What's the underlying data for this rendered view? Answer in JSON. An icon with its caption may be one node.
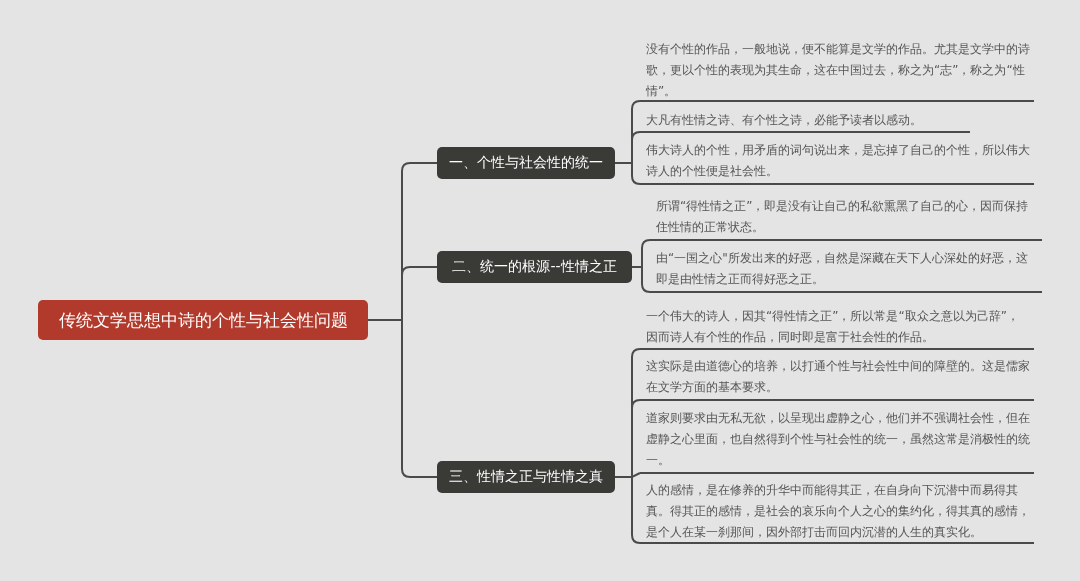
{
  "diagram": {
    "nodes": [
      {
        "text": [
          "传统文学思想中诗的个性与社会性问题"
        ]
      },
      {
        "text": [
          "一、个性与社会性的统一"
        ]
      },
      {
        "text": [
          "二、统一的根源--性情之正"
        ]
      },
      {
        "text": [
          "三、性情之正与性情之真"
        ]
      },
      {
        "text": [
          "没有个性的作品，一般地说，便不能算是文学的作品。尤其是文学中的诗歌，更以个性的表现为其生命，这在中国过去，称之为“志”，称之为“性情”。"
        ]
      },
      {
        "text": [
          "大凡有性情之诗、有个性之诗，必能予读者以感动。"
        ]
      },
      {
        "text": [
          "伟大诗人的个性，用矛盾的词句说出来，是忘掉了自己的个性，所以伟大诗人的个性便是社会性。"
        ]
      },
      {
        "text": [
          "所谓“得性情之正”，即是没有让自己的私欲熏黑了自己的心，因而保持住性情的正常状态。"
        ]
      },
      {
        "text": [
          "由“一国之心\"所发出来的好恶，自然是深藏在天下人心深处的好恶，这即是由性情之正而得好恶之正。"
        ]
      },
      {
        "text": [
          "一个伟大的诗人，因其“得性情之正”，所以常是“取众之意以为己辞”，因而诗人有个性的作品，同时即是富于社会性的作品。"
        ]
      },
      {
        "text": [
          "这实际是由道德心的培养，以打通个性与社会性中间的障壁的。这是儒家在文学方面的基本要求。"
        ]
      },
      {
        "text": [
          "道家则要求由无私无欲，以呈现出虚静之心，他们并不强调社会性，但在虚静之心里面，也自然得到个性与社会性的统一，虽然这常是消极性的统一。"
        ]
      },
      {
        "text": [
          "人的感情，是在修养的升华中而能得其正，在自身向下沉潜中而易得其真。得其正的感情，是社会的哀乐向个人之心的集约化，得其真的感情，是个人在某一刹那间，因外部打击而回内沉潜的人生的真实化。"
        ]
      }
    ],
    "edges": [
      {
        "from": 0,
        "to": 1,
        "arrow": "none"
      },
      {
        "from": 0,
        "to": 2,
        "arrow": "none"
      },
      {
        "from": 0,
        "to": 3,
        "arrow": "none"
      },
      {
        "from": 1,
        "to": 4,
        "arrow": "none"
      },
      {
        "from": 1,
        "to": 5,
        "arrow": "none"
      },
      {
        "from": 1,
        "to": 6,
        "arrow": "none"
      },
      {
        "from": 2,
        "to": 7,
        "arrow": "none"
      },
      {
        "from": 2,
        "to": 8,
        "arrow": "none"
      },
      {
        "from": 3,
        "to": 9,
        "arrow": "none"
      },
      {
        "from": 3,
        "to": 10,
        "arrow": "none"
      },
      {
        "from": 3,
        "to": 11,
        "arrow": "none"
      },
      {
        "from": 3,
        "to": 12,
        "arrow": "none"
      }
    ]
  }
}
